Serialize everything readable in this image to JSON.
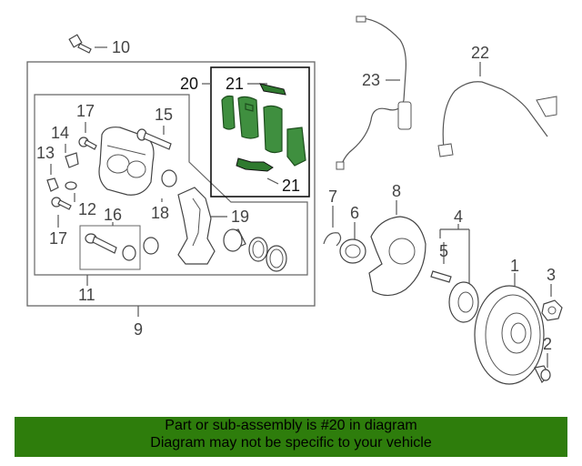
{
  "callouts": {
    "c1": "1",
    "c2": "2",
    "c3": "3",
    "c4": "4",
    "c5": "5",
    "c6": "6",
    "c7": "7",
    "c8": "8",
    "c9": "9",
    "c10": "10",
    "c11": "11",
    "c12": "12",
    "c13": "13",
    "c14": "14",
    "c15": "15",
    "c16": "16",
    "c17a": "17",
    "c17b": "17",
    "c18": "18",
    "c19": "19",
    "c20": "20",
    "c21a": "21",
    "c21b": "21",
    "c22": "22",
    "c23": "23"
  },
  "highlight": {
    "part_number": "20",
    "color": "#2e7d0c"
  },
  "footer": {
    "line1": "Part or sub-assembly is #20 in diagram",
    "line2": "Diagram may not be specific to your vehicle"
  }
}
